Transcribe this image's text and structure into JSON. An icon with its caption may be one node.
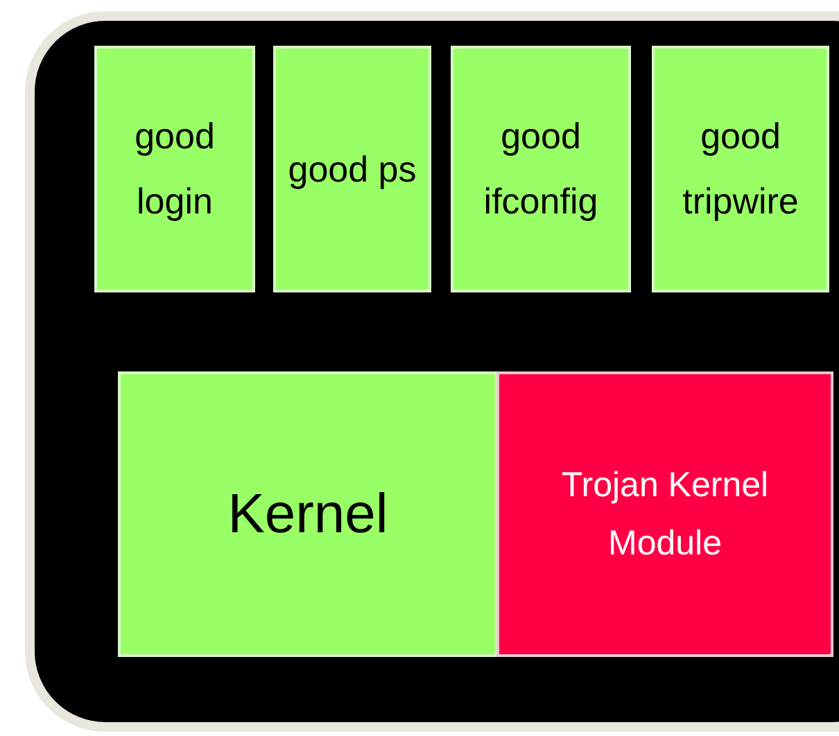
{
  "diagram": {
    "nodes": [
      {
        "text": [],
        "shape": "box"
      },
      {
        "text": [
          "good login"
        ],
        "in": 0
      },
      {
        "text": [
          "good ps"
        ],
        "in": 0
      },
      {
        "text": [
          "good ifconfig"
        ],
        "in": 0
      },
      {
        "text": [
          "good tripwire"
        ],
        "in": 0
      },
      {
        "text": [
          "Kernel"
        ],
        "in": 0
      },
      {
        "text": [
          "Trojan Kernel Module"
        ],
        "in": 0
      }
    ]
  }
}
